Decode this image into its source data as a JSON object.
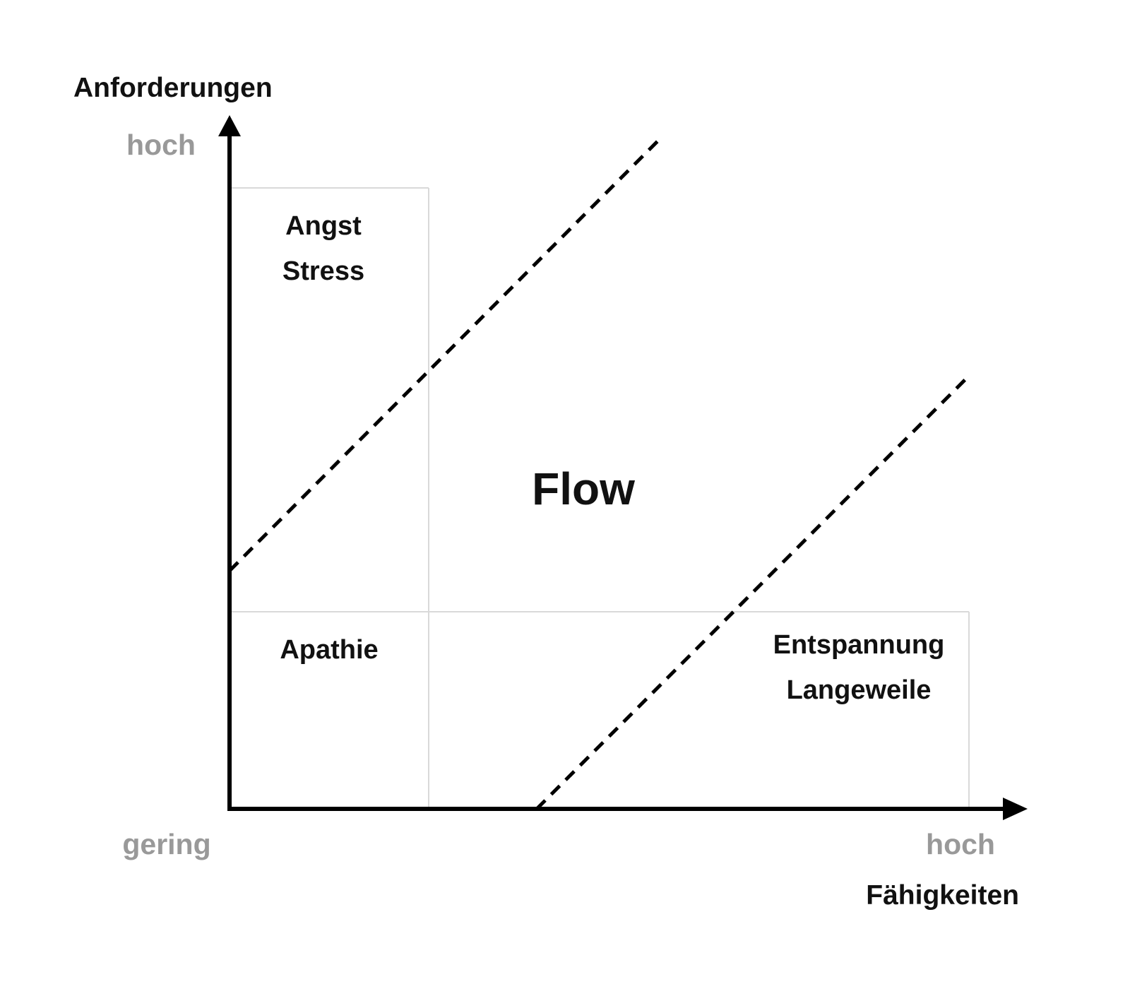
{
  "y_axis": {
    "title": "Anforderungen",
    "high_label": "hoch"
  },
  "x_axis": {
    "title": "Fähigkeiten",
    "low_label": "gering",
    "high_label": "hoch"
  },
  "regions": {
    "anxiety": {
      "line1": "Angst",
      "line2": "Stress"
    },
    "apathy": {
      "line1": "Apathie"
    },
    "flow": {
      "label": "Flow"
    },
    "boredom": {
      "line1": "Entspannung",
      "line2": "Langeweile"
    }
  },
  "colors": {
    "axis": "#000000",
    "text": "#111111",
    "tick_text": "#999999",
    "grid": "#d9d9d9",
    "boundary": "#000000"
  }
}
